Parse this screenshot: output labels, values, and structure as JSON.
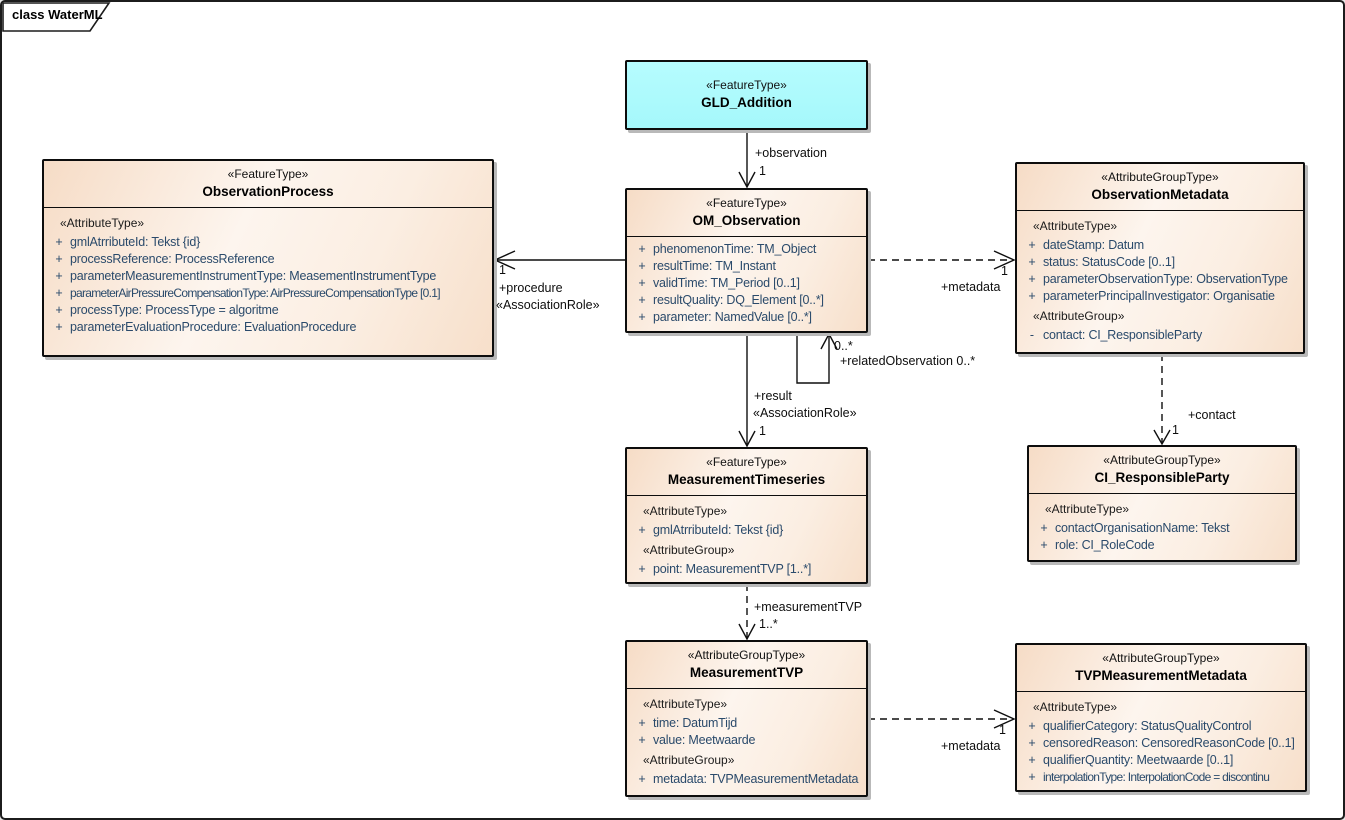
{
  "frame": {
    "tab_label": "class WaterML"
  },
  "colors": {
    "box_fill_peach_start": "#f6dcc6",
    "box_fill_peach_light": "#fdf5ee",
    "box_fill_cyan": "#aefbfd",
    "border": "#0d0d0d",
    "attribute_text": "#2a4a6b",
    "shadow": "#b9b9b9"
  },
  "classes": [
    {
      "stereotype": "«FeatureType»",
      "name": "GLD_Addition",
      "sections": []
    },
    {
      "stereotype": "«FeatureType»",
      "name": "OM_Observation",
      "sections": [
        {
          "items": [
            {
              "vis": "+",
              "text": "phenomenonTime: TM_Object"
            },
            {
              "vis": "+",
              "text": "resultTime: TM_Instant"
            },
            {
              "vis": "+",
              "text": "validTime: TM_Period [0..1]"
            },
            {
              "vis": "+",
              "text": "resultQuality: DQ_Element [0..*]"
            },
            {
              "vis": "+",
              "text": "parameter: NamedValue [0..*]"
            }
          ]
        }
      ]
    },
    {
      "stereotype": "«FeatureType»",
      "name": "ObservationProcess",
      "sections": [
        {
          "label": "«AttributeType»",
          "items": [
            {
              "vis": "+",
              "text": "gmlAtrributeId: Tekst {id}"
            },
            {
              "vis": "+",
              "text": "processReference: ProcessReference"
            },
            {
              "vis": "+",
              "text": "parameterMeasurementInstrumentType: MeasementInstrumentType"
            },
            {
              "vis": "+",
              "text": "parameterAirPressureCompensationType: AirPressureCompensationType [0.1]"
            },
            {
              "vis": "+",
              "text": "processType: ProcessType = algoritme"
            },
            {
              "vis": "+",
              "text": "parameterEvaluationProcedure: EvaluationProcedure"
            }
          ]
        }
      ]
    },
    {
      "stereotype": "«AttributeGroupType»",
      "name": "ObservationMetadata",
      "sections": [
        {
          "label": "«AttributeType»",
          "items": [
            {
              "vis": "+",
              "text": "dateStamp: Datum"
            },
            {
              "vis": "+",
              "text": "status: StatusCode [0..1]"
            },
            {
              "vis": "+",
              "text": "parameterObservationType: ObservationType"
            },
            {
              "vis": "+",
              "text": "parameterPrincipalInvestigator: Organisatie"
            }
          ]
        },
        {
          "label": "«AttributeGroup»",
          "items": [
            {
              "vis": "-",
              "text": "contact: CI_ResponsibleParty"
            }
          ]
        }
      ]
    },
    {
      "stereotype": "«FeatureType»",
      "name": "MeasurementTimeseries",
      "sections": [
        {
          "label": "«AttributeType»",
          "items": [
            {
              "vis": "+",
              "text": "gmlAtrributeId: Tekst {id}"
            }
          ]
        },
        {
          "label": "«AttributeGroup»",
          "items": [
            {
              "vis": "+",
              "text": "point: MeasurementTVP [1..*]"
            }
          ]
        }
      ]
    },
    {
      "stereotype": "«AttributeGroupType»",
      "name": "CI_ResponsibleParty",
      "sections": [
        {
          "label": "«AttributeType»",
          "items": [
            {
              "vis": "+",
              "text": "contactOrganisationName: Tekst"
            },
            {
              "vis": "+",
              "text": "role: CI_RoleCode"
            }
          ]
        }
      ]
    },
    {
      "stereotype": "«AttributeGroupType»",
      "name": "MeasurementTVP",
      "sections": [
        {
          "label": "«AttributeType»",
          "items": [
            {
              "vis": "+",
              "text": "time: DatumTijd"
            },
            {
              "vis": "+",
              "text": "value: Meetwaarde"
            }
          ]
        },
        {
          "label": "«AttributeGroup»",
          "items": [
            {
              "vis": "+",
              "text": "metadata: TVPMeasurementMetadata"
            }
          ]
        }
      ]
    },
    {
      "stereotype": "«AttributeGroupType»",
      "name": "TVPMeasurementMetadata",
      "sections": [
        {
          "label": "«AttributeType»",
          "items": [
            {
              "vis": "+",
              "text": "qualifierCategory: StatusQualityControl"
            },
            {
              "vis": "+",
              "text": "censoredReason: CensoredReasonCode [0..1]"
            },
            {
              "vis": "+",
              "text": "qualifierQuantity: Meetwaarde [0..1]"
            },
            {
              "vis": "+",
              "text": "interpolationType: InterpolationCode = discontinu"
            }
          ]
        }
      ]
    }
  ],
  "edges": [
    {
      "name": "gld-to-om-observation",
      "style": "solid",
      "labels": [
        "+observation",
        "1"
      ]
    },
    {
      "name": "om-to-observationprocess",
      "style": "solid",
      "labels": [
        "1",
        "+procedure",
        "«AssociationRole»"
      ]
    },
    {
      "name": "om-to-observationmetadata",
      "style": "dashed",
      "labels": [
        "1",
        "+metadata"
      ]
    },
    {
      "name": "om-self-related-observation",
      "style": "solid",
      "labels": [
        "0..*",
        "+relatedObservation 0..*"
      ]
    },
    {
      "name": "om-to-measurementtimeseries",
      "style": "solid",
      "labels": [
        "+result",
        "«AssociationRole»",
        "1"
      ]
    },
    {
      "name": "observationmetadata-to-ci-responsibleparty",
      "style": "dashed",
      "labels": [
        "+contact",
        "1"
      ]
    },
    {
      "name": "measurementtimeseries-to-measurementtvp",
      "style": "dashed",
      "labels": [
        "+measurementTVP",
        "1..*"
      ]
    },
    {
      "name": "measurementtvp-to-tvpmeasurementmetadata",
      "style": "dashed",
      "labels": [
        "1",
        "+metadata"
      ]
    }
  ]
}
